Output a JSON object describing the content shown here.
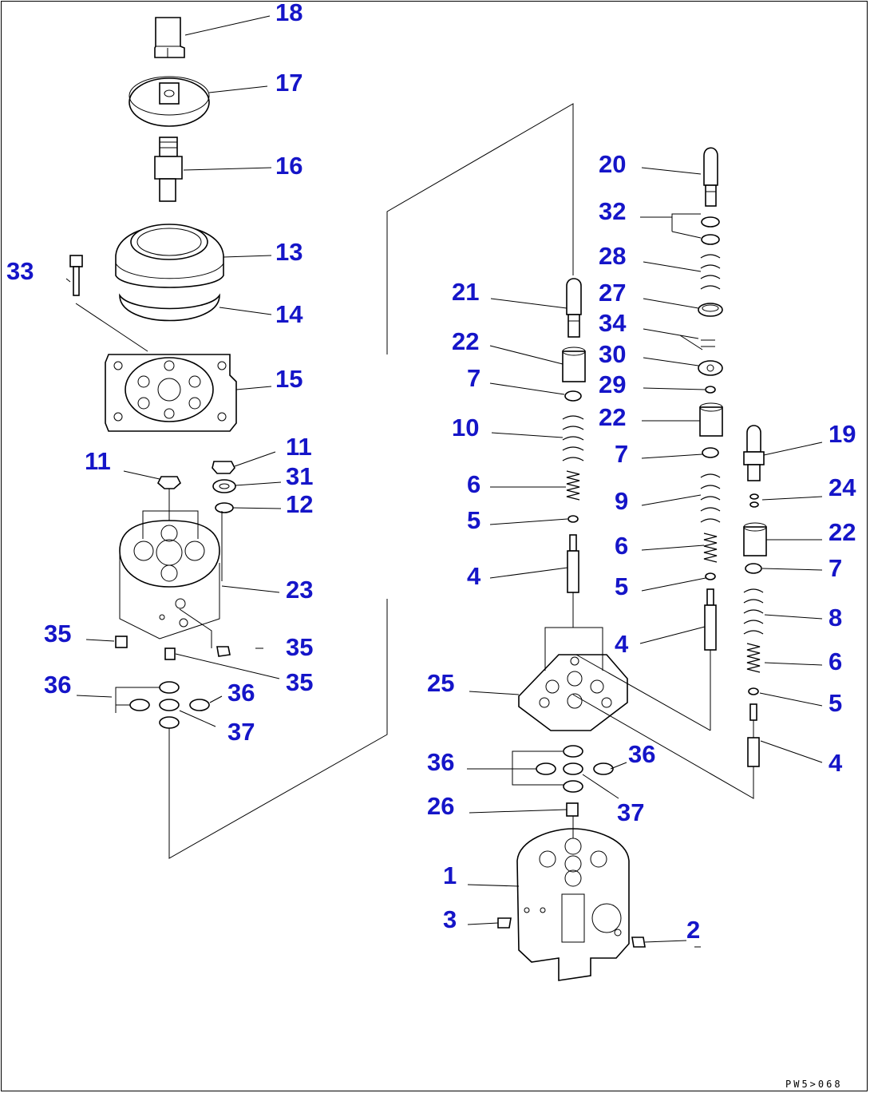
{
  "drawing": {
    "code": "PW5>068",
    "label_color": "#1515c8",
    "callouts": {
      "c18": "18",
      "c17": "17",
      "c16": "16",
      "c13": "13",
      "c14": "14",
      "c33": "33",
      "c15": "15",
      "c11a": "11",
      "c11b": "11",
      "c31": "31",
      "c12": "12",
      "c23": "23",
      "c35a": "35",
      "c35b": "35",
      "c35c": "35",
      "c36a": "36",
      "c36b": "36",
      "c37a": "37",
      "c20": "20",
      "c32": "32",
      "c28": "28",
      "c27": "27",
      "c34": "34",
      "c30": "30",
      "c29": "29",
      "c22a": "22",
      "c7a": "7",
      "c9": "9",
      "c6a": "6",
      "c5a": "5",
      "c4a": "4",
      "c19": "19",
      "c24": "24",
      "c22b": "22",
      "c7b": "7",
      "c8": "8",
      "c6b": "6",
      "c5b": "5",
      "c4b": "4",
      "c21": "21",
      "c22c": "22",
      "c7c": "7",
      "c10": "10",
      "c6c": "6",
      "c5c": "5",
      "c4c": "4",
      "c25": "25",
      "c36c": "36",
      "c36d": "36",
      "c37b": "37",
      "c26": "26",
      "c1": "1",
      "c3": "3",
      "c2": "2"
    }
  }
}
